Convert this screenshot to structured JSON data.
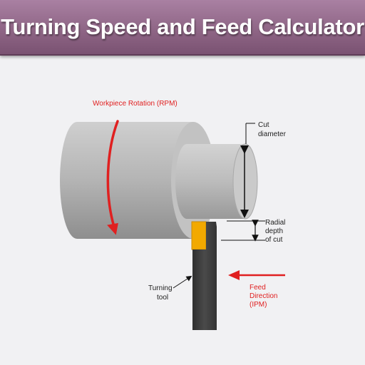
{
  "header": {
    "title": "Turning Speed and Feed Calculator"
  },
  "diagram": {
    "rotation_label": "Workpiece Rotation (RPM)",
    "cut_diameter": [
      "Cut",
      "diameter"
    ],
    "radial_depth": [
      "Radial",
      "depth",
      "of cut"
    ],
    "turning_tool": [
      "Turning",
      "tool"
    ],
    "feed_direction": [
      "Feed",
      "Direction",
      "(IPM)"
    ]
  },
  "colors": {
    "header": "#8f6686",
    "arrow_red": "#e02020",
    "insert": "#f2a900",
    "tool": "#3a3a3a",
    "workpiece": "#b5b5b5"
  }
}
